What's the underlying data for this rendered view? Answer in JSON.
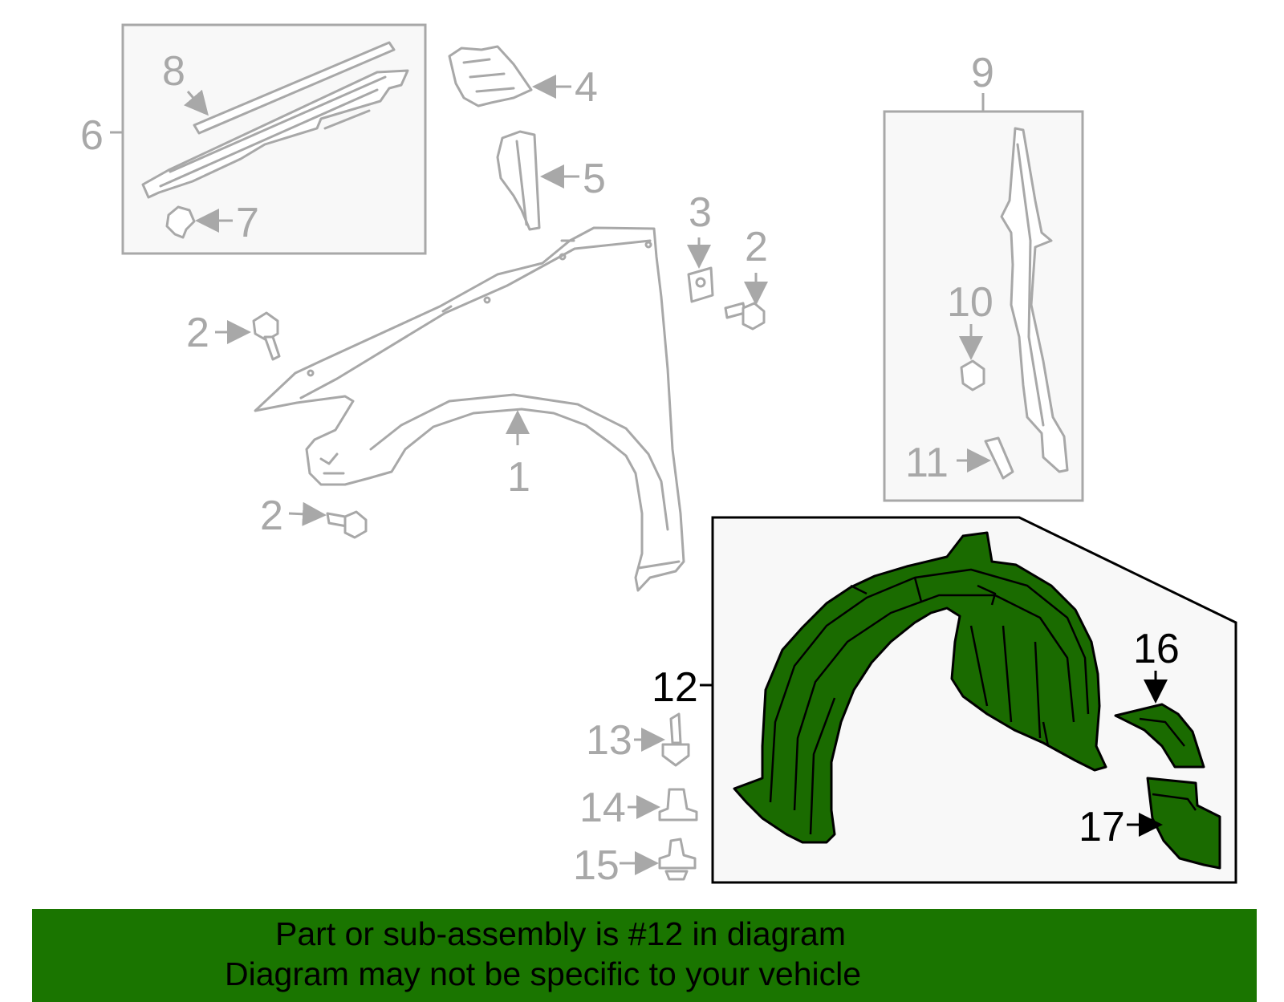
{
  "callouts": {
    "c1": "1",
    "c2a": "2",
    "c2b": "2",
    "c2c": "2",
    "c3": "3",
    "c4": "4",
    "c5": "5",
    "c6": "6",
    "c7": "7",
    "c8": "8",
    "c9": "9",
    "c10": "10",
    "c11": "11",
    "c12": "12",
    "c13": "13",
    "c14": "14",
    "c15": "15",
    "c16": "16",
    "c17": "17"
  },
  "banner": {
    "line1": "Part or sub-assembly is #12 in diagram",
    "line2": "Diagram may not be specific to your vehicle"
  },
  "colors": {
    "highlight": "#1a6b00",
    "banner": "#1a7500",
    "inactive": "#a8a8a8"
  }
}
